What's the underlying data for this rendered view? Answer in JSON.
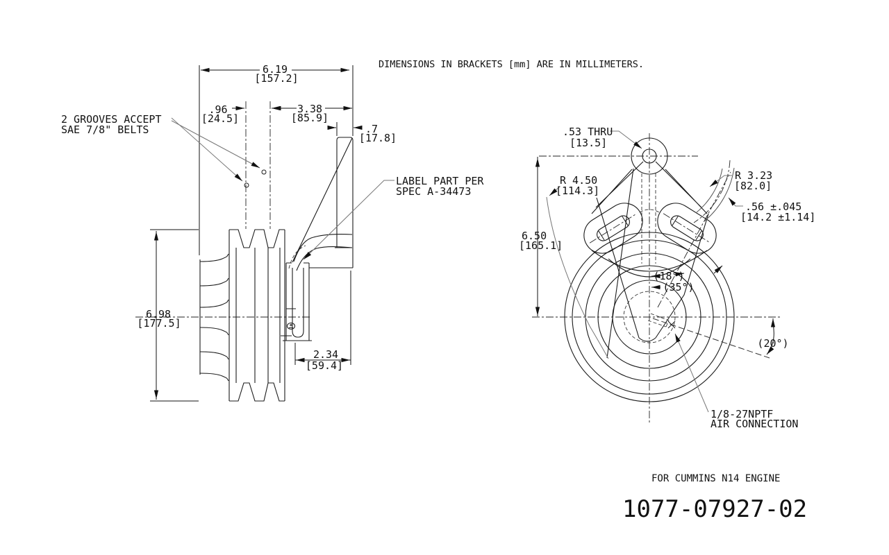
{
  "note": "DIMENSIONS IN BRACKETS [mm] ARE IN MILLIMETERS.",
  "side_view": {
    "labels": {
      "grooves_1": "2 GROOVES ACCEPT",
      "grooves_2": "SAE 7/8\" BELTS",
      "part_label_1": "LABEL PART PER",
      "part_label_2": "SPEC A-34473"
    },
    "dims": {
      "overall_width_in": "6.19",
      "overall_width_mm": "[157.2]",
      "groove_spacing_in": ".96",
      "groove_spacing_mm": "[24.5]",
      "hub_offset_in": "3.38",
      "hub_offset_mm": "[85.9]",
      "tab_width_in": ".7",
      "tab_width_mm": "[17.8]",
      "pulley_od_in": "6.98",
      "pulley_od_mm": "[177.5]",
      "foot_offset_in": "2.34",
      "foot_offset_mm": "[59.4]"
    }
  },
  "front_view": {
    "labels": {
      "air_1": "1/8-27NPTF",
      "air_2": "AIR CONNECTION"
    },
    "dims": {
      "thru_hole_in": ".53 THRU",
      "thru_hole_mm": "[13.5]",
      "radius_left_in": "R 4.50",
      "radius_left_mm": "[114.3]",
      "radius_right_in": "R 3.23",
      "radius_right_mm": "[82.0]",
      "band_width_in": ".56 ±.045",
      "band_width_mm": "[14.2 ±1.14]",
      "height_in": "6.50",
      "height_mm": "[165.1]",
      "angle_18": "(18°)",
      "angle_35": "(35°)",
      "angle_20": "(20°)"
    }
  },
  "footer": {
    "engine": "FOR CUMMINS N14 ENGINE",
    "part_number": "1077-07927-02"
  }
}
